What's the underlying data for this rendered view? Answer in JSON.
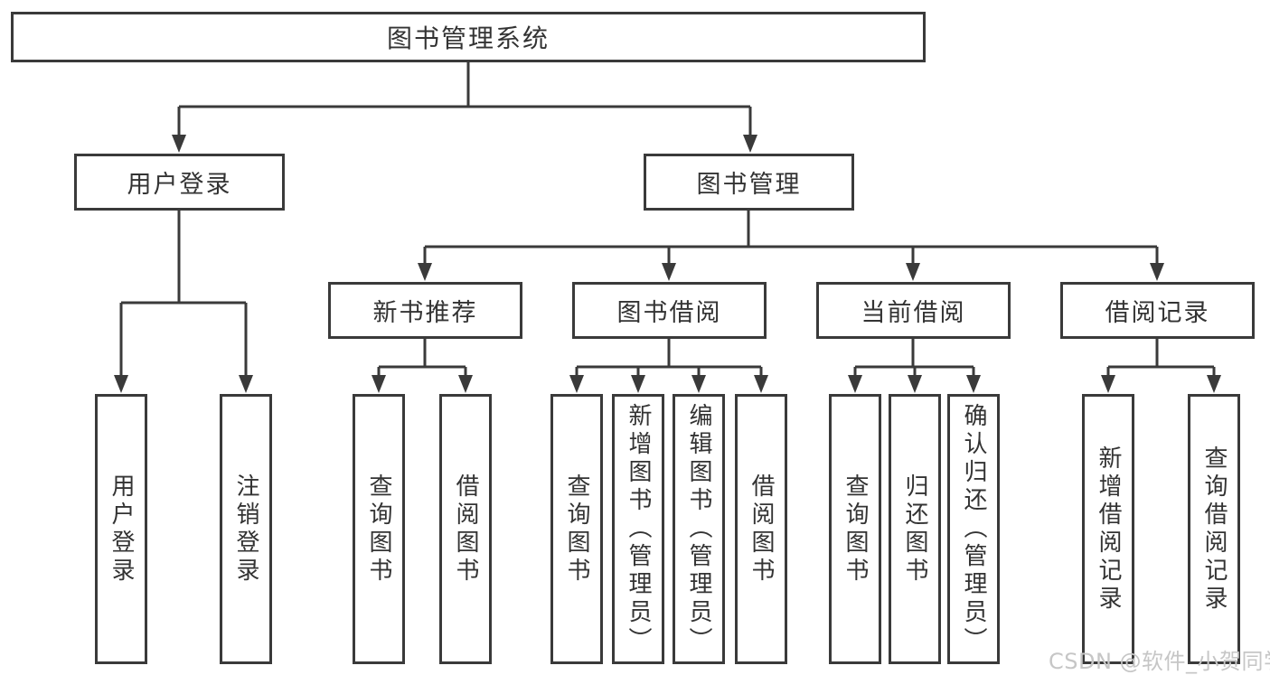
{
  "tree": {
    "label": "图书管理系统",
    "children": [
      {
        "label": "用户登录",
        "children": [
          {
            "label": "用户登录"
          },
          {
            "label": "注销登录"
          }
        ]
      },
      {
        "label": "图书管理",
        "children": [
          {
            "label": "新书推荐",
            "children": [
              {
                "label": "查询图书"
              },
              {
                "label": "借阅图书"
              }
            ]
          },
          {
            "label": "图书借阅",
            "children": [
              {
                "label": "查询图书"
              },
              {
                "label": "新增图书（管理员）"
              },
              {
                "label": "编辑图书（管理员）"
              },
              {
                "label": "借阅图书"
              }
            ]
          },
          {
            "label": "当前借阅",
            "children": [
              {
                "label": "查询图书"
              },
              {
                "label": "归还图书"
              },
              {
                "label": "确认归还（管理员）"
              }
            ]
          },
          {
            "label": "借阅记录",
            "children": [
              {
                "label": "新增借阅记录"
              },
              {
                "label": "查询借阅记录"
              }
            ]
          }
        ]
      }
    ]
  },
  "watermark": {
    "text": "CSDN @软件_小贺同学"
  },
  "colors": {
    "line": "#3a3a3a",
    "text": "#333333",
    "box-fill": "#ffffff",
    "background": "#ffffff",
    "watermark": "#c6c6c6"
  }
}
